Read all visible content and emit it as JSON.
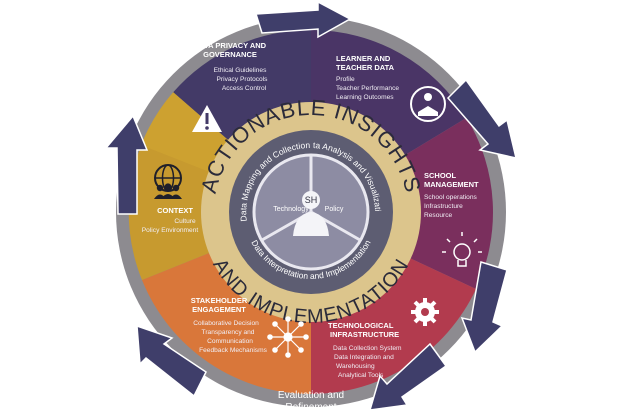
{
  "center": {
    "badge": "SH",
    "ring_top": "ACTIONABLE INSIGHTS",
    "ring_bottom": "AND IMPLEMENTATION",
    "inner_ring": [
      "Data Mapping and Collection",
      "Data Analysis and Visualization",
      "Data Interpretation and Implementation"
    ],
    "hub_labels": [
      "Technology",
      "Policy"
    ]
  },
  "segments": {
    "privacy": {
      "title": [
        "DATA PRIVACY AND",
        "GOVERNANCE"
      ],
      "items": [
        "Ethical Guidelines",
        "Privacy Protocols",
        "Access Control"
      ],
      "icon": "warning-icon",
      "color": "#433a67"
    },
    "learner": {
      "title": [
        "LEARNER AND",
        "TEACHER DATA"
      ],
      "items": [
        "Profile",
        "Teacher Performance",
        "Learning Outcomes"
      ],
      "icon": "reader-icon",
      "color": "#4f3566"
    },
    "school": {
      "title": [
        "SCHOOL",
        "MANAGEMENT"
      ],
      "items": [
        "School operations",
        "Infrastructure",
        "Resource"
      ],
      "icon": "lightbulb-icon",
      "color": "#7a2f5d"
    },
    "tech": {
      "title": [
        "TECHNOLOGICAL",
        "INFRASTRUCTURE"
      ],
      "items": [
        "Data Collection System",
        "Data Integration and",
        "Warehousing",
        "Analytical Tools"
      ],
      "icon": "gear-icon",
      "color": "#b23b4e"
    },
    "stakeholder": {
      "title": [
        "STAKEHOLDER",
        "ENGAGEMENT"
      ],
      "items": [
        "Collaborative Decision",
        "Transparency and",
        "Communication",
        "Feedback Mechanisms"
      ],
      "icon": "network-icon",
      "color": "#d9773a"
    },
    "context": {
      "title": [
        "CONTEXT"
      ],
      "items": [
        "Culture",
        "Policy Environment"
      ],
      "icon": "globe-people-icon",
      "color": "#c79a2f"
    }
  },
  "footer": {
    "label": [
      "Evaluation and",
      "Refinement"
    ]
  },
  "colors": {
    "outer_ring": "#8d8b90",
    "arrow": "#3f3e6a",
    "gold_ring": "#dcc58c",
    "inner_ring": "#5d5d72",
    "hub": "#8d8ca3"
  }
}
